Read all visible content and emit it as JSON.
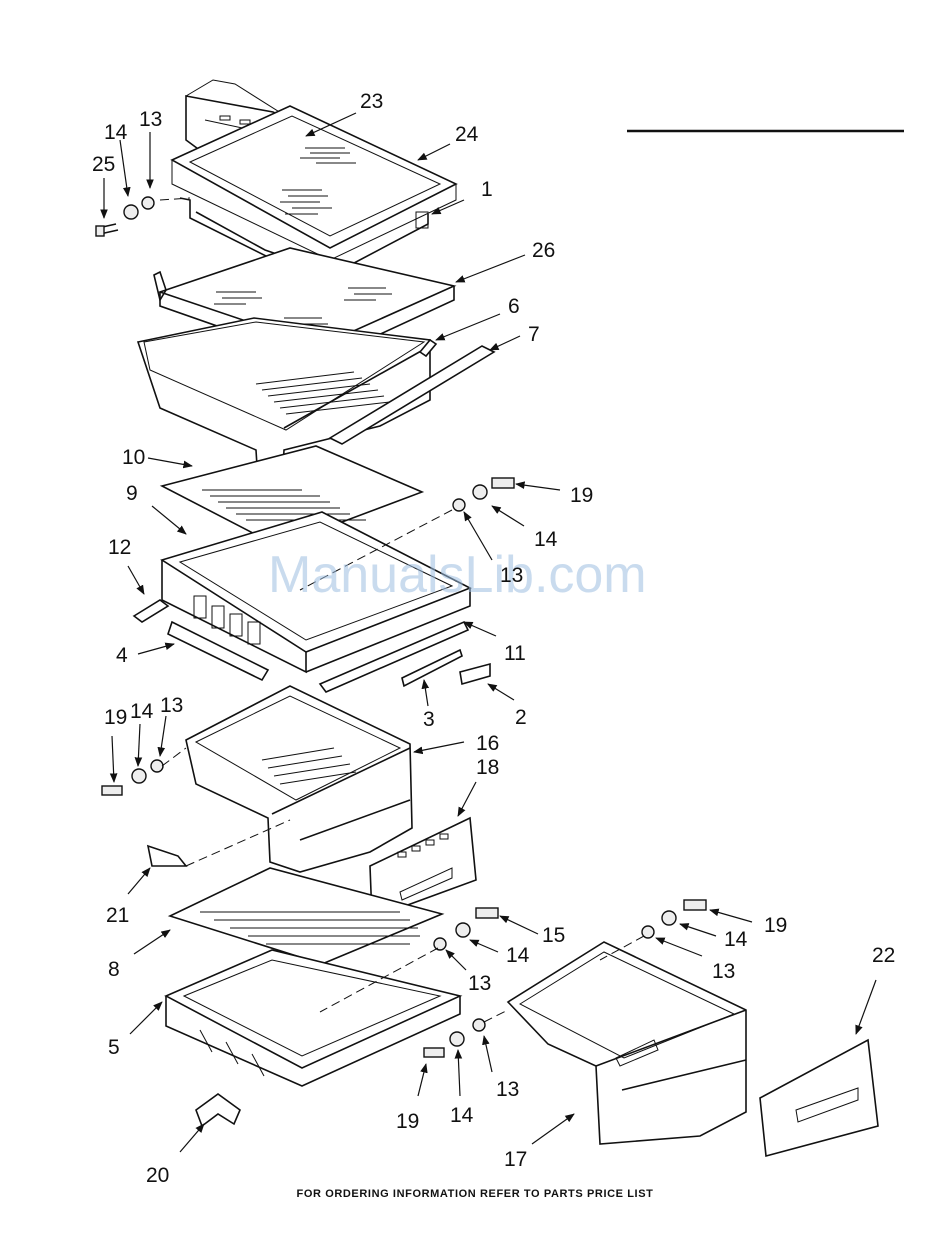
{
  "diagram": {
    "part_labels": {
      "p1": "1",
      "p2": "2",
      "p3": "3",
      "p4": "4",
      "p5": "5",
      "p6": "6",
      "p7": "7",
      "p8": "8",
      "p9": "9",
      "p10": "10",
      "p11": "11",
      "p12": "12",
      "p13a": "13",
      "p13b": "13",
      "p13c": "13",
      "p13d": "13",
      "p13e": "13",
      "p13f": "13",
      "p14a": "14",
      "p14b": "14",
      "p14c": "14",
      "p14d": "14",
      "p14e": "14",
      "p14f": "14",
      "p15": "15",
      "p16": "16",
      "p17": "17",
      "p18": "18",
      "p19a": "19",
      "p19b": "19",
      "p19c": "19",
      "p19d": "19",
      "p20": "20",
      "p21": "21",
      "p22": "22",
      "p23": "23",
      "p24": "24",
      "p25": "25",
      "p26": "26"
    },
    "watermark": "ManualsLib.com",
    "footer": "FOR ORDERING INFORMATION REFER TO PARTS PRICE LIST"
  }
}
